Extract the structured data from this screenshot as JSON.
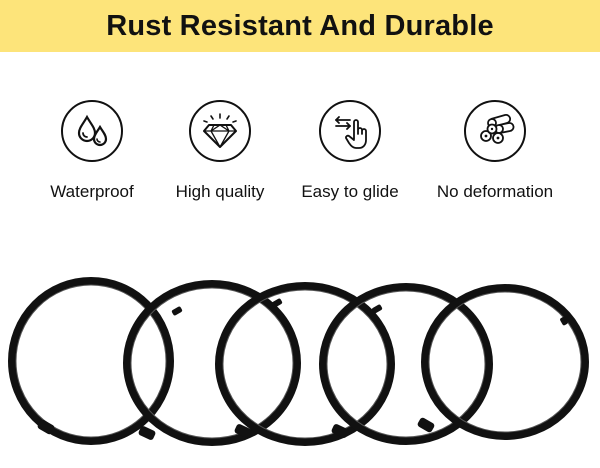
{
  "banner": {
    "title": "Rust Resistant And Durable",
    "background_color": "#fde47a"
  },
  "features": [
    {
      "label": "Waterproof",
      "icon": "water-drops-icon"
    },
    {
      "label": "High quality",
      "icon": "diamond-icon"
    },
    {
      "label": "Easy to glide",
      "icon": "swipe-hand-icon"
    },
    {
      "label": "No deformation",
      "icon": "metal-tubes-icon"
    }
  ],
  "product": {
    "ring_count": 5,
    "ring_color": "#111111"
  }
}
